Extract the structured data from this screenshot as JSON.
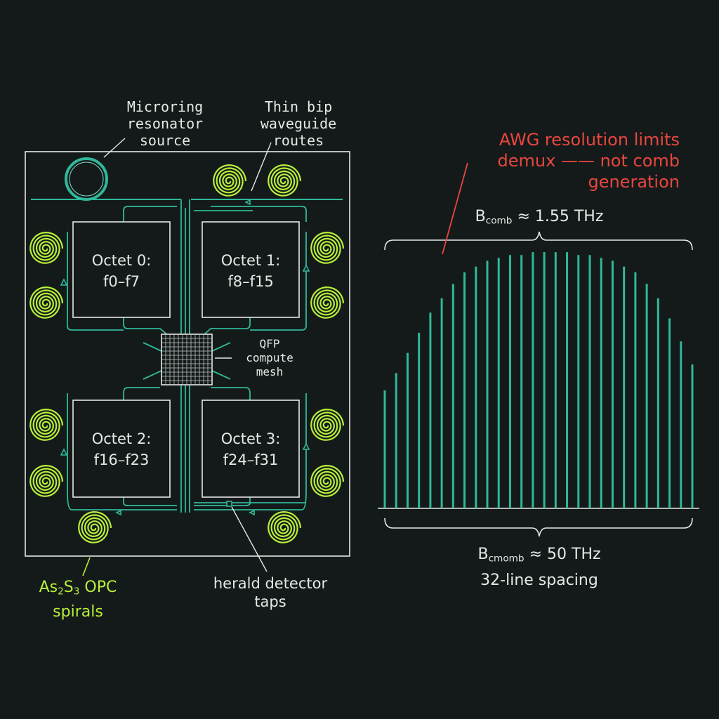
{
  "labels": {
    "microring": [
      "Microring",
      "resonator",
      "source"
    ],
    "waveguide": [
      "Thin bip",
      "waveguide",
      "routes"
    ],
    "qfp": [
      "QFP",
      "compute",
      "mesh"
    ],
    "opc": {
      "line1_a": "As",
      "line1_sub1": "2",
      "line1_b": "S",
      "line1_sub2": "3",
      "line1_c": " OPC",
      "line2": "spirals"
    },
    "herald": [
      "herald detector",
      "taps"
    ]
  },
  "octets": [
    {
      "name": "Octet 0:",
      "range": "f0–f7"
    },
    {
      "name": "Octet 1:",
      "range": "f8–f15"
    },
    {
      "name": "Octet 2:",
      "range": "f16–f23"
    },
    {
      "name": "Octet 3:",
      "range": "f24–f31"
    }
  ],
  "spectrum": {
    "annotation": [
      "AWG resolution limits",
      "demux —— not comb",
      "generation"
    ],
    "top_brace": {
      "sym": "B",
      "sub": "comb",
      "rest": " ≈ 1.55 THz"
    },
    "bottom_brace": {
      "sym": "B",
      "sub": "cmomb",
      "rest": " ≈ 50 THz",
      "line2": "32-line spacing"
    }
  },
  "colors": {
    "background": "#141a1a",
    "waveguide": "#2fb89a",
    "spiral": "#b8f03a",
    "comb": "#2fb89a",
    "annotation": "#e8463e",
    "text": "#e6e8e6"
  },
  "chart_data": {
    "type": "bar",
    "title": "",
    "line_count": 28,
    "values": [
      0.41,
      0.47,
      0.54,
      0.61,
      0.68,
      0.73,
      0.78,
      0.82,
      0.84,
      0.86,
      0.87,
      0.88,
      0.88,
      0.89,
      0.89,
      0.89,
      0.89,
      0.88,
      0.88,
      0.87,
      0.86,
      0.84,
      0.82,
      0.78,
      0.73,
      0.66,
      0.58,
      0.5
    ]
  }
}
